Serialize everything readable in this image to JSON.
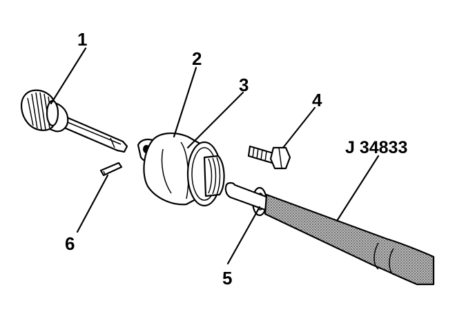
{
  "callouts": {
    "c1": "1",
    "c2": "2",
    "c3": "3",
    "c4": "4",
    "c5": "5",
    "c6": "6"
  },
  "tool": {
    "label": "J 34833"
  },
  "colors": {
    "ink": "#000000",
    "background": "#ffffff",
    "stipple": "#9a9a9a"
  }
}
